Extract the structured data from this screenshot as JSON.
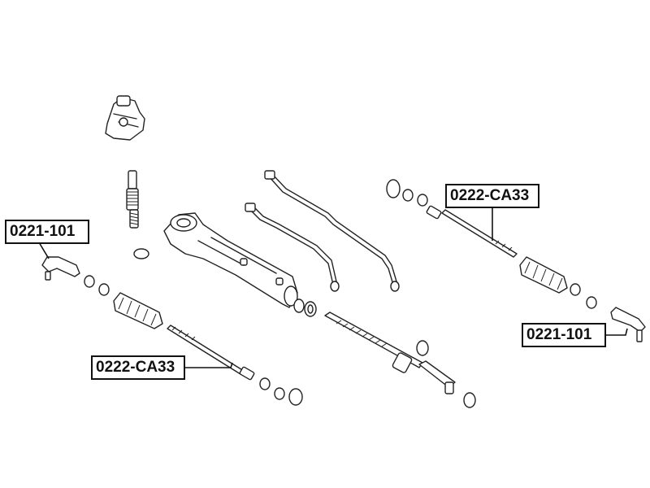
{
  "diagram": {
    "callouts": [
      {
        "id": "tie-rod-end-left",
        "label": "0221-101"
      },
      {
        "id": "inner-tie-rod-left",
        "label": "0222-CA33"
      },
      {
        "id": "inner-tie-rod-right",
        "label": "0222-CA33"
      },
      {
        "id": "tie-rod-end-right",
        "label": "0221-101"
      }
    ]
  },
  "colors": {
    "line": "#222222",
    "callout_border": "#111111",
    "background": "#ffffff"
  }
}
